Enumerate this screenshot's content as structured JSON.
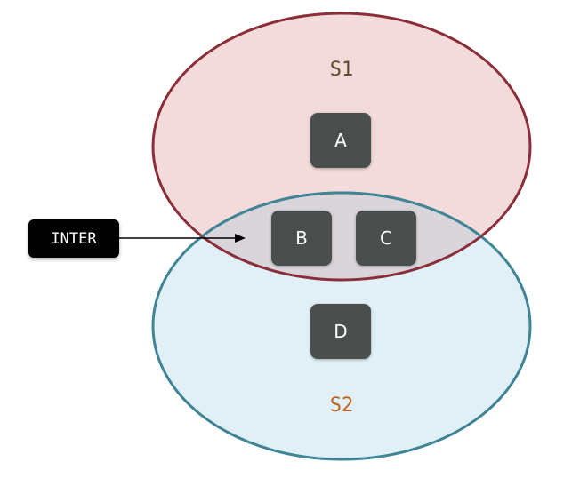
{
  "sets": [
    {
      "label": "S1",
      "fill": "#f3dadb",
      "stroke": "#8a2f3a",
      "label_color": "#5a4a2a"
    },
    {
      "label": "S2",
      "fill": "#e0f0f6",
      "stroke": "#3f8595",
      "label_color": "#c0601a"
    }
  ],
  "intersection_fill": "#d9d5da",
  "elements": [
    "A",
    "B",
    "C",
    "D"
  ],
  "callout": "INTER"
}
